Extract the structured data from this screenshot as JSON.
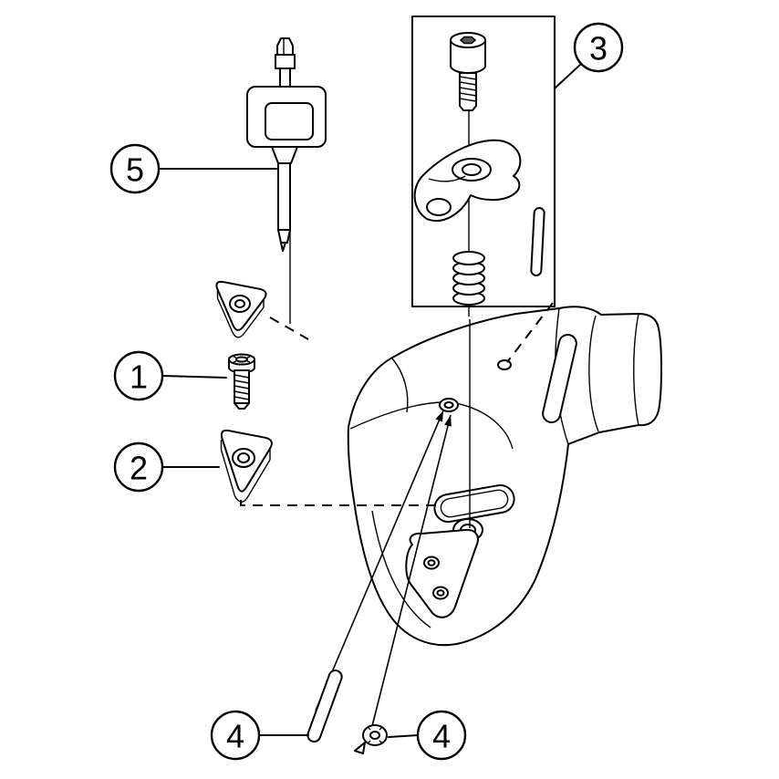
{
  "diagram": {
    "kind": "exploded-parts-diagram",
    "background_color": "#ffffff",
    "line_color": "#000000",
    "callouts": [
      {
        "label": "1",
        "part": "insert-screw"
      },
      {
        "label": "2",
        "part": "cutting-insert"
      },
      {
        "label": "3",
        "part": "clamp-assembly"
      },
      {
        "label": "4",
        "part": "stop-pin"
      },
      {
        "label": "4",
        "part": "stop-screw"
      },
      {
        "label": "5",
        "part": "torx-key"
      }
    ],
    "parts": [
      "torx-key",
      "wiper-insert",
      "insert-screw",
      "cutting-insert",
      "clamp-screw",
      "insert-clamp",
      "clamp-spring",
      "lock-pin",
      "cutting-head-body",
      "stop-pin",
      "stop-screw"
    ]
  }
}
